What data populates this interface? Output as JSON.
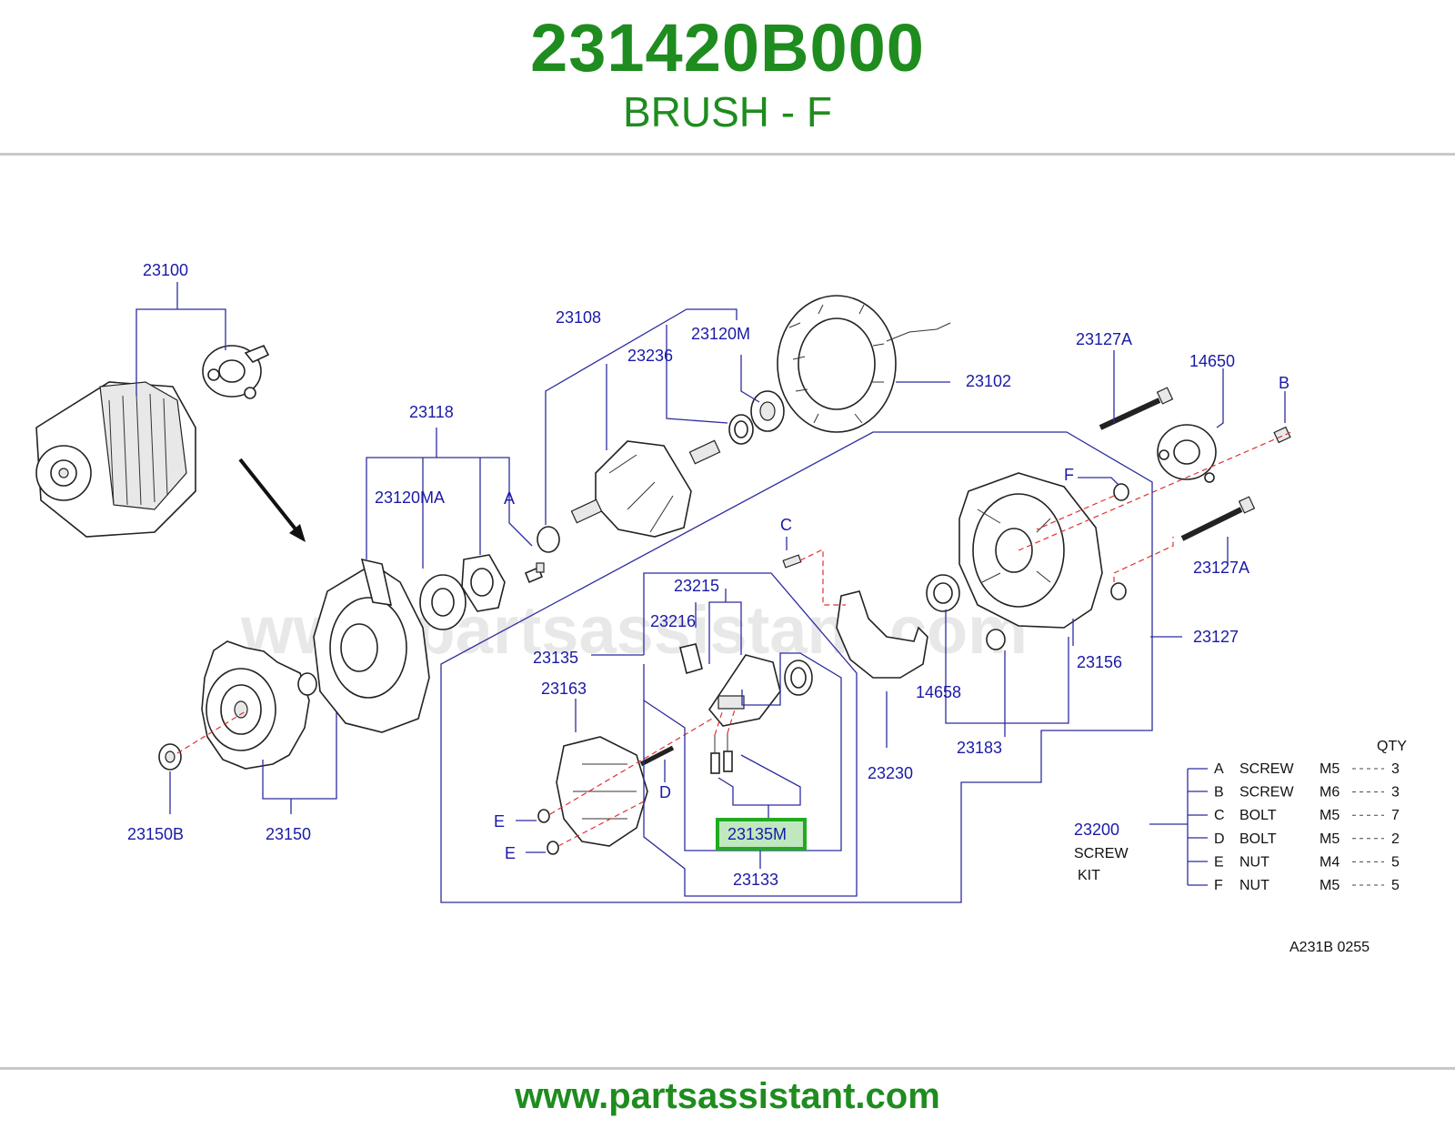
{
  "header": {
    "part_number": "231420B000",
    "part_name": "BRUSH - F"
  },
  "watermark": "www.partsassistant.com",
  "callouts": {
    "c23100": "23100",
    "c23108": "23108",
    "c23236": "23236",
    "c23120M": "23120M",
    "c23102": "23102",
    "c23127A_top": "23127A",
    "c14650": "14650",
    "cB_top": "B",
    "c23118": "23118",
    "c23120MA": "23120MA",
    "cA": "A",
    "cF": "F",
    "cC": "C",
    "c23127A_right": "23127A",
    "c23215": "23215",
    "c23216": "23216",
    "c23135": "23135",
    "c23163": "23163",
    "c23127": "23127",
    "c23156": "23156",
    "c14658": "14658",
    "c23230": "23230",
    "c23183": "23183",
    "cD": "D",
    "cE1": "E",
    "cE2": "E",
    "c23135M": "23135M",
    "c23133": "23133",
    "c23150B": "23150B",
    "c23150": "23150",
    "c23200": "23200",
    "screw_kit_1": "SCREW",
    "screw_kit_2": "KIT"
  },
  "highlight_color": "#22aa22",
  "kit_table": {
    "qty_header": "QTY",
    "rows": [
      {
        "letter": "A",
        "type": "SCREW",
        "size": "M5",
        "qty": "3"
      },
      {
        "letter": "B",
        "type": "SCREW",
        "size": "M6",
        "qty": "3"
      },
      {
        "letter": "C",
        "type": "BOLT",
        "size": "M5",
        "qty": "7"
      },
      {
        "letter": "D",
        "type": "BOLT",
        "size": "M5",
        "qty": "2"
      },
      {
        "letter": "E",
        "type": "NUT",
        "size": "M4",
        "qty": "5"
      },
      {
        "letter": "F",
        "type": "NUT",
        "size": "M5",
        "qty": "5"
      }
    ]
  },
  "diagram_code": "A231B   0255",
  "footer": {
    "url": "www.partsassistant.com"
  }
}
